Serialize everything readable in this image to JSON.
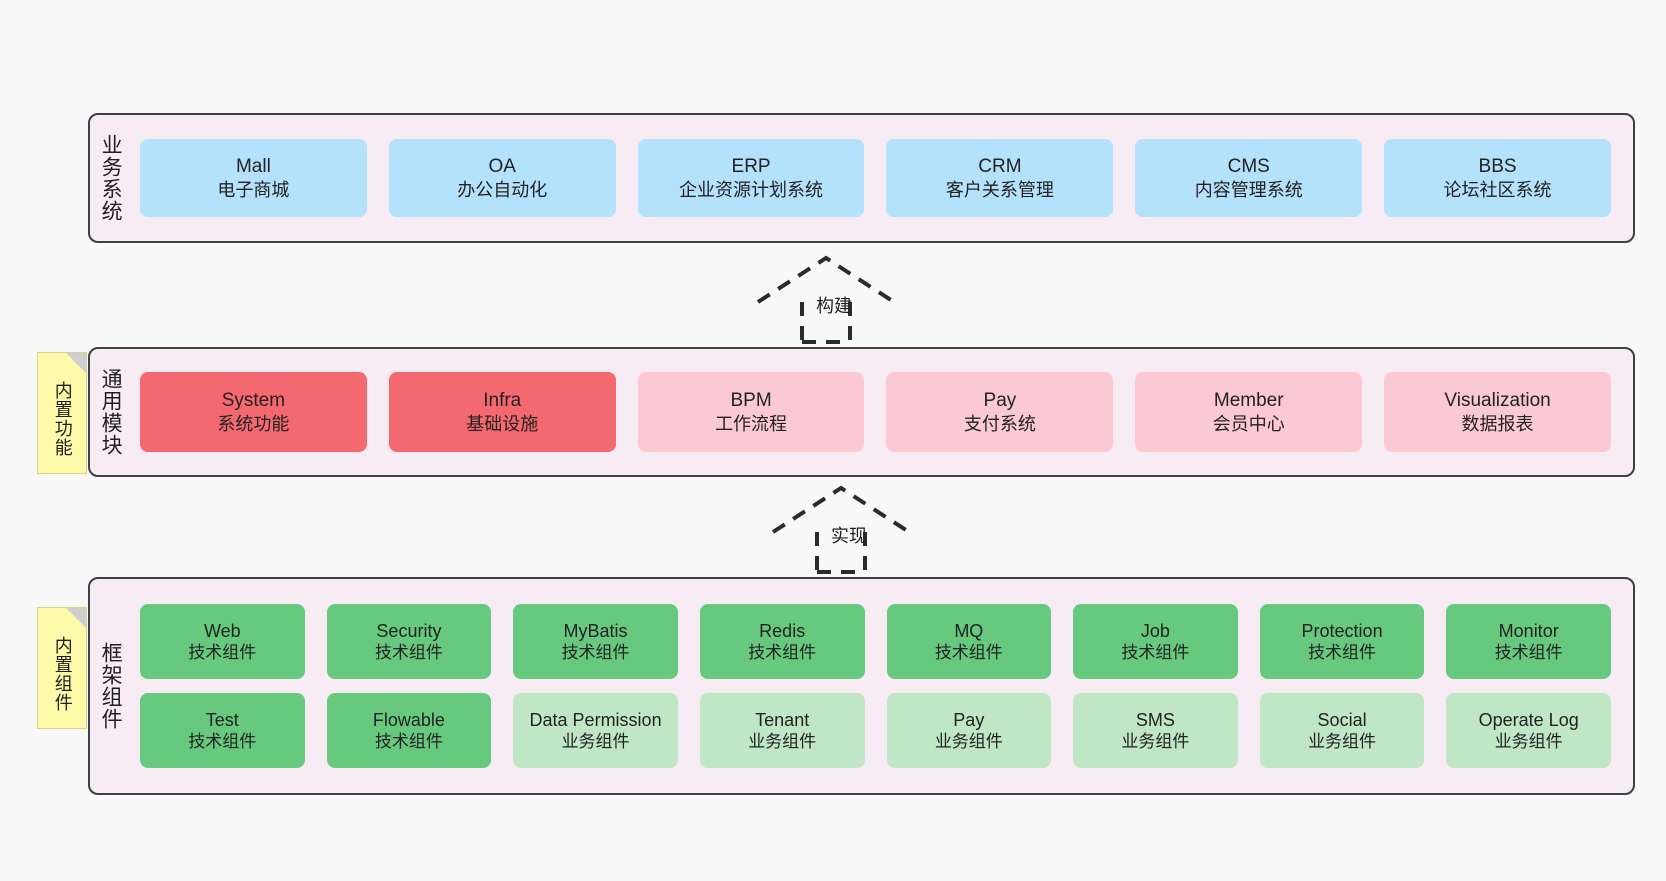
{
  "diagram": {
    "background_color": "#f8f8f8",
    "panel_color": "#f7ebf4",
    "panel_border_color": "#3f3f46",
    "sticky_color": "#fcfaa8"
  },
  "layers": [
    {
      "id": "business-system",
      "title": "业务系统",
      "card_color": "#b4e1fc",
      "rows": [
        {
          "cards": [
            {
              "title": "Mall",
              "sub": "电子商城",
              "color": "#b4e1fc"
            },
            {
              "title": "OA",
              "sub": "办公自动化",
              "color": "#b4e1fc"
            },
            {
              "title": "ERP",
              "sub": "企业资源计划系统",
              "color": "#b4e1fc"
            },
            {
              "title": "CRM",
              "sub": "客户关系管理",
              "color": "#b4e1fc"
            },
            {
              "title": "CMS",
              "sub": "内容管理系统",
              "color": "#b4e1fc"
            },
            {
              "title": "BBS",
              "sub": "论坛社区系统",
              "color": "#b4e1fc"
            }
          ]
        }
      ]
    },
    {
      "id": "common-module",
      "title": "通用模块",
      "sticky": "内置功能",
      "rows": [
        {
          "cards": [
            {
              "title": "System",
              "sub": "系统功能",
              "color": "#f4696f"
            },
            {
              "title": "Infra",
              "sub": "基础设施",
              "color": "#f4696f"
            },
            {
              "title": "BPM",
              "sub": "工作流程",
              "color": "#fbc9d2"
            },
            {
              "title": "Pay",
              "sub": "支付系统",
              "color": "#fbc9d2"
            },
            {
              "title": "Member",
              "sub": "会员中心",
              "color": "#fbc9d2"
            },
            {
              "title": "Visualization",
              "sub": "数据报表",
              "color": "#fbc9d2"
            }
          ]
        }
      ]
    },
    {
      "id": "framework-component",
      "title": "框架组件",
      "sticky": "内置组件",
      "rows": [
        {
          "cards": [
            {
              "title": "Web",
              "sub": "技术组件",
              "color": "#66c97e"
            },
            {
              "title": "Security",
              "sub": "技术组件",
              "color": "#66c97e"
            },
            {
              "title": "MyBatis",
              "sub": "技术组件",
              "color": "#66c97e"
            },
            {
              "title": "Redis",
              "sub": "技术组件",
              "color": "#66c97e"
            },
            {
              "title": "MQ",
              "sub": "技术组件",
              "color": "#66c97e"
            },
            {
              "title": "Job",
              "sub": "技术组件",
              "color": "#66c97e"
            },
            {
              "title": "Protection",
              "sub": "技术组件",
              "color": "#66c97e"
            },
            {
              "title": "Monitor",
              "sub": "技术组件",
              "color": "#66c97e"
            }
          ]
        },
        {
          "cards": [
            {
              "title": "Test",
              "sub": "技术组件",
              "color": "#66c97e"
            },
            {
              "title": "Flowable",
              "sub": "技术组件",
              "color": "#66c97e"
            },
            {
              "title": "Data Permission",
              "sub": "业务组件",
              "color": "#bfe6c5"
            },
            {
              "title": "Tenant",
              "sub": "业务组件",
              "color": "#bfe6c5"
            },
            {
              "title": "Pay",
              "sub": "业务组件",
              "color": "#bfe6c5"
            },
            {
              "title": "SMS",
              "sub": "业务组件",
              "color": "#bfe6c5"
            },
            {
              "title": "Social",
              "sub": "业务组件",
              "color": "#bfe6c5"
            },
            {
              "title": "Operate Log",
              "sub": "业务组件",
              "color": "#bfe6c5"
            }
          ]
        }
      ]
    }
  ],
  "connectors": [
    {
      "id": "build",
      "label": "构建",
      "style": "dashed-generalization",
      "from": "common-module",
      "to": "business-system"
    },
    {
      "id": "implement",
      "label": "实现",
      "style": "dashed-generalization",
      "from": "framework-component",
      "to": "common-module"
    }
  ]
}
